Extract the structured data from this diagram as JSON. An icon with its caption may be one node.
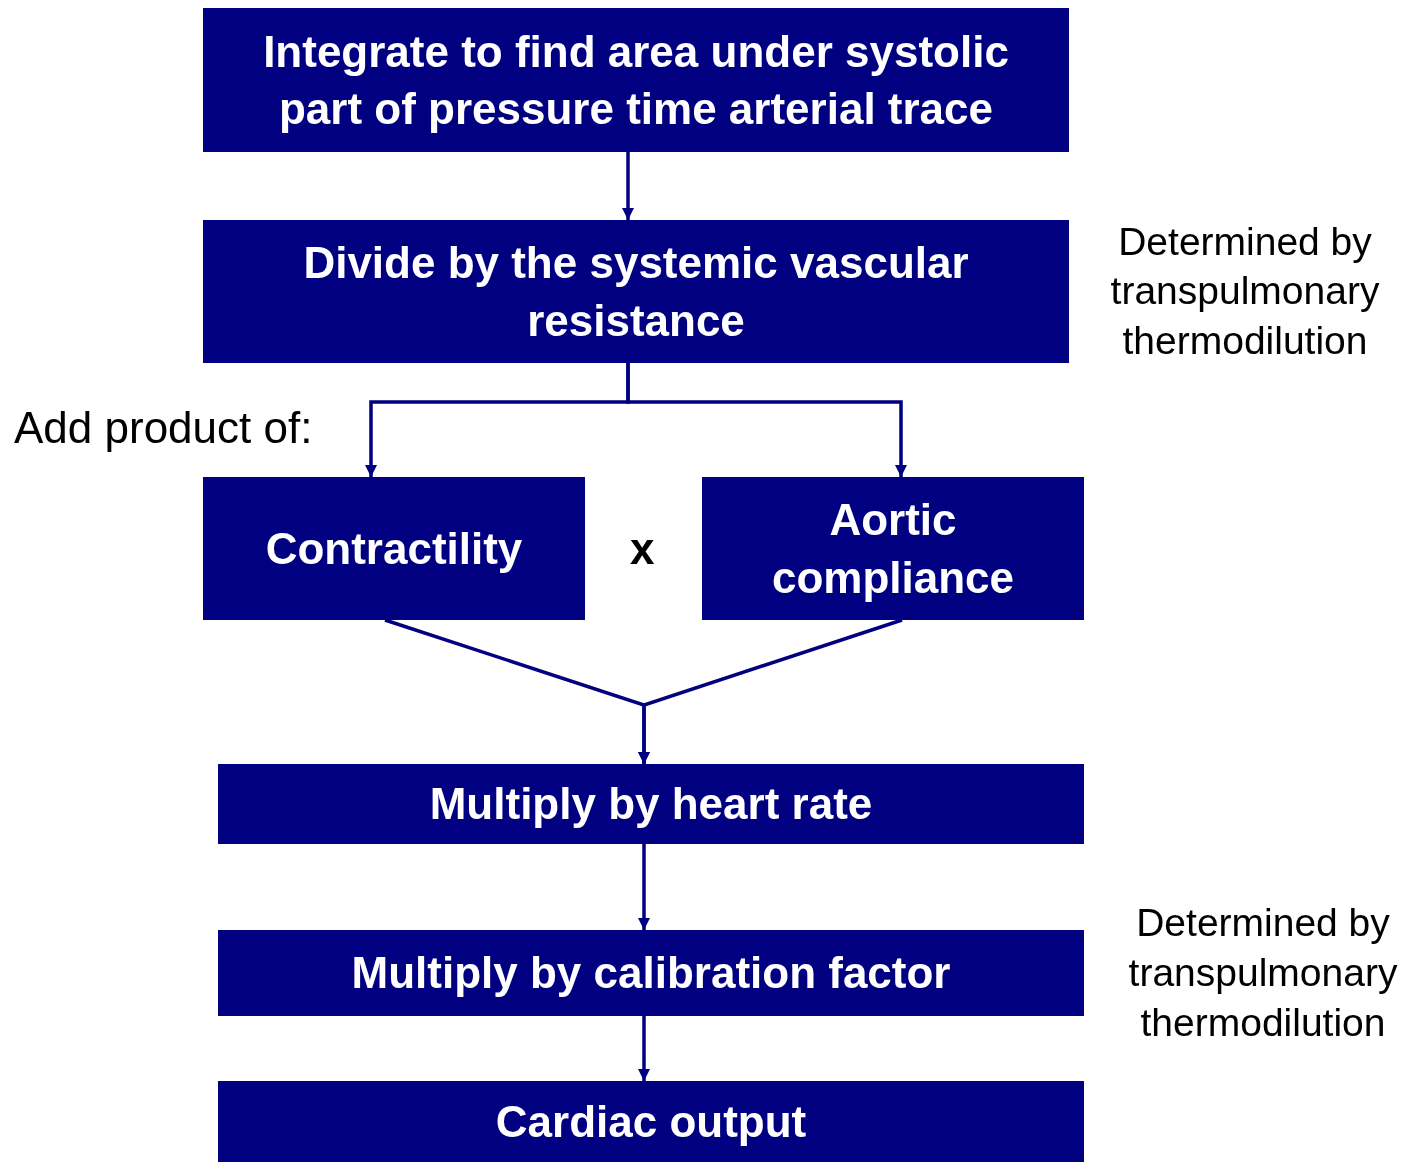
{
  "diagram": {
    "nodes": [
      {
        "text": [
          "Integrate to find area under systolic part of pressure time arterial trace"
        ]
      },
      {
        "text": [
          "Divide by the systemic vascular resistance"
        ],
        "beside": [
          "Determined by transpulmonary thermodilution"
        ]
      },
      {
        "text": [
          "Contractility"
        ]
      },
      {
        "text": [
          "Aortic compliance"
        ]
      },
      {
        "text": [
          "Multiply by heart rate"
        ]
      },
      {
        "text": [
          "Multiply by calibration factor"
        ],
        "beside": [
          "Determined by transpulmonary thermodilution"
        ]
      },
      {
        "text": [
          "Cardiac output"
        ]
      }
    ],
    "edges": [
      {
        "from": 0,
        "to": 1,
        "arrow": "to"
      },
      {
        "from": 1,
        "to": 2,
        "arrow": "to"
      },
      {
        "from": 1,
        "to": 3,
        "arrow": "to"
      },
      {
        "from": 2,
        "to": 4,
        "arrow": "to"
      },
      {
        "from": 3,
        "to": 4,
        "arrow": "to"
      },
      {
        "from": 4,
        "to": 5,
        "arrow": "to"
      },
      {
        "from": 5,
        "to": 6,
        "arrow": "to"
      }
    ],
    "labels": [
      "Add product of:",
      "x"
    ]
  }
}
